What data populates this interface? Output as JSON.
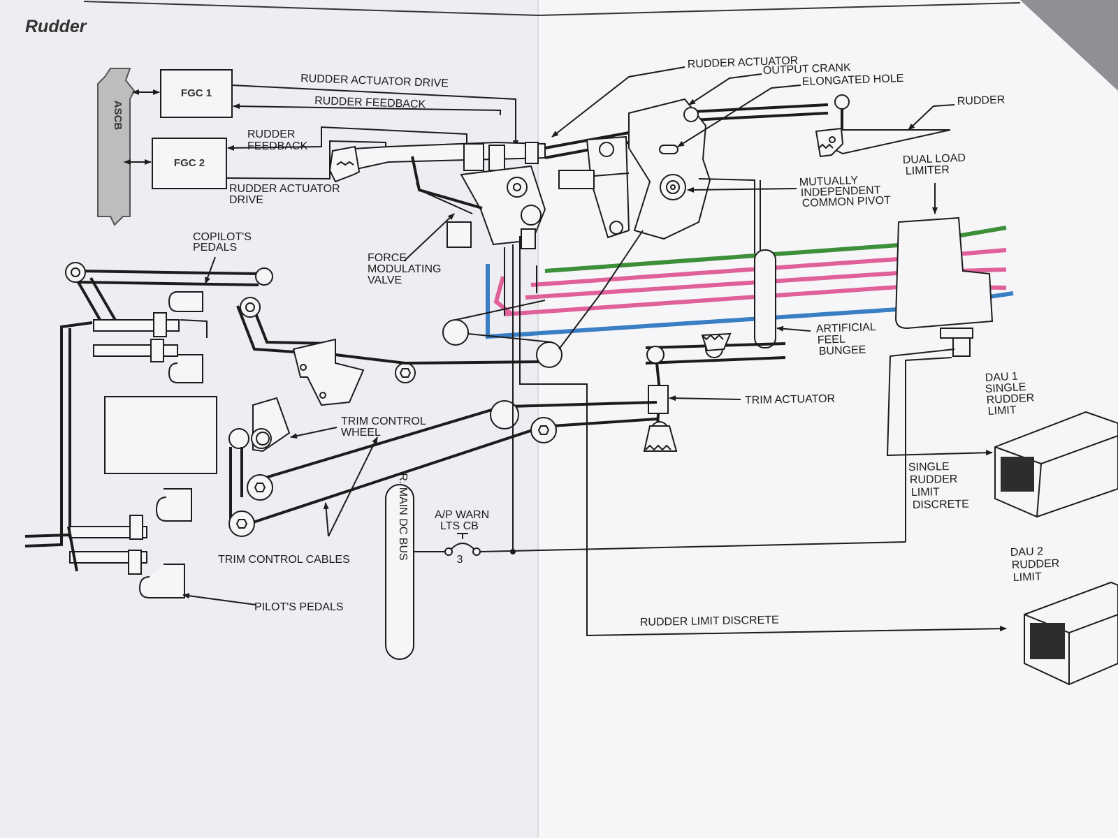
{
  "title": "Rudder",
  "blocks": {
    "ascb": "ASCB",
    "fgc1": "FGC 1",
    "fgc2": "FGC 2",
    "bus": "R. MAIN DC BUS",
    "cb_number": "3"
  },
  "labels": {
    "rudder_actuator_drive_top": "RUDDER ACTUATOR DRIVE",
    "rudder_feedback_top": "RUDDER FEEDBACK",
    "rudder_feedback_2_l1": "RUDDER",
    "rudder_feedback_2_l2": "FEEDBACK",
    "rudder_actuator_drive_2_l1": "RUDDER ACTUATOR",
    "rudder_actuator_drive_2_l2": "DRIVE",
    "rudder_actuator": "RUDDER ACTUATOR",
    "output_crank": "OUTPUT CRANK",
    "elongated_hole": "ELONGATED HOLE",
    "rudder": "RUDDER",
    "dual_load_limiter_l1": "DUAL LOAD",
    "dual_load_limiter_l2": "LIMITER",
    "mutually_independent_l1": "MUTUALLY",
    "mutually_independent_l2": "INDEPENDENT",
    "mutually_independent_l3": "COMMON PIVOT",
    "copilots_pedals_l1": "COPILOT'S",
    "copilots_pedals_l2": "PEDALS",
    "force_modulating_l1": "FORCE",
    "force_modulating_l2": "MODULATING",
    "force_modulating_l3": "VALVE",
    "artificial_feel_l1": "ARTIFICIAL",
    "artificial_feel_l2": "FEEL",
    "artificial_feel_l3": "BUNGEE",
    "dau1_l1": "DAU 1",
    "dau1_l2": "SINGLE",
    "dau1_l3": "RUDDER",
    "dau1_l4": "LIMIT",
    "trim_actuator": "TRIM ACTUATOR",
    "trim_control_wheel_l1": "TRIM CONTROL",
    "trim_control_wheel_l2": "WHEEL",
    "single_rudder_limit_l1": "SINGLE",
    "single_rudder_limit_l2": "RUDDER",
    "single_rudder_limit_l3": "LIMIT",
    "single_rudder_limit_l4": "DISCRETE",
    "ap_warn_l1": "A/P WARN",
    "ap_warn_l2": "LTS CB",
    "trim_control_cables": "TRIM CONTROL CABLES",
    "dau2_l1": "DAU 2",
    "dau2_l2": "RUDDER",
    "dau2_l3": "LIMIT",
    "pilots_pedals": "PILOT'S PEDALS",
    "rudder_limit_discrete": "RUDDER LIMIT DISCRETE"
  },
  "colors": {
    "paper_left": "#ededf2",
    "paper_right": "#f6f6f9",
    "backdrop": "#8f8f94",
    "ink": "#1c1c1c",
    "hydraulic_green": "#3d8f3a",
    "hydraulic_pink": "#e0609a",
    "hydraulic_blue": "#3a7fc4",
    "ascb_bus": "#bdbdbd"
  }
}
